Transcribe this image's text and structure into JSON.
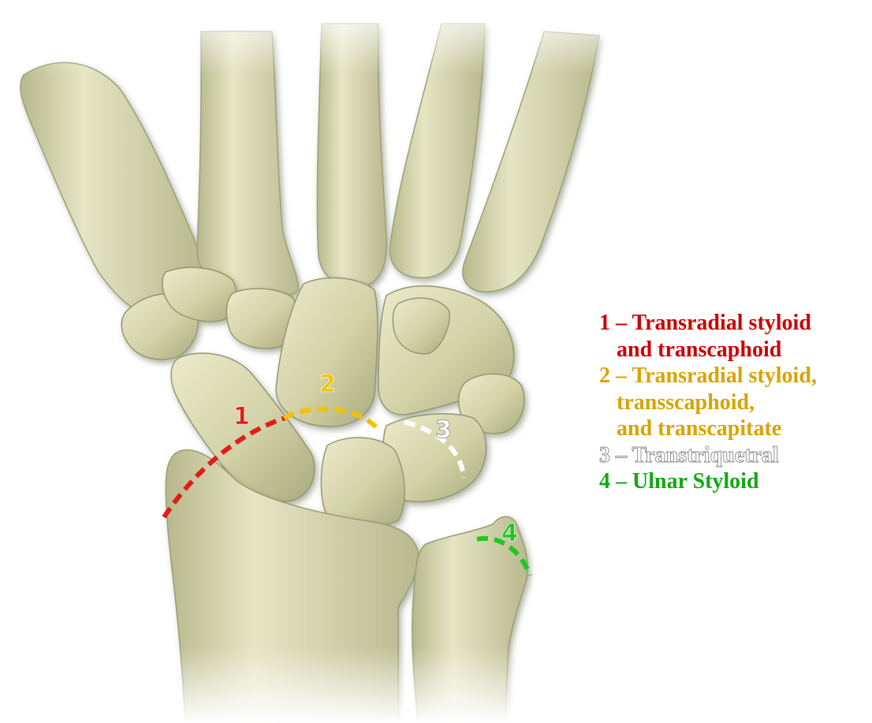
{
  "colors": {
    "bone_light": "#e3e2bd",
    "bone_mid": "#c9c79a",
    "bone_shadow": "#8f9468",
    "line_1": "#e41b17",
    "line_2": "#f2c200",
    "line_3": "#ffffff",
    "line_4": "#1ec81e",
    "label_1": "#cc0000",
    "label_2": "#d9a300",
    "label_3": "#ffffff",
    "label_4": "#11aa11"
  },
  "markers": {
    "m1": "1",
    "m2": "2",
    "m3": "3",
    "m4": "4"
  },
  "legend": {
    "item1_line1": "1 – Transradial styloid",
    "item1_line2": "and transcaphoid",
    "item2_line1": "2 – Transradial styloid,",
    "item2_line2": "transscaphoid,",
    "item2_line3": "and transcapitate",
    "item3": "3 – Transtriquetral",
    "item4": "4 – Ulnar Styloid"
  }
}
